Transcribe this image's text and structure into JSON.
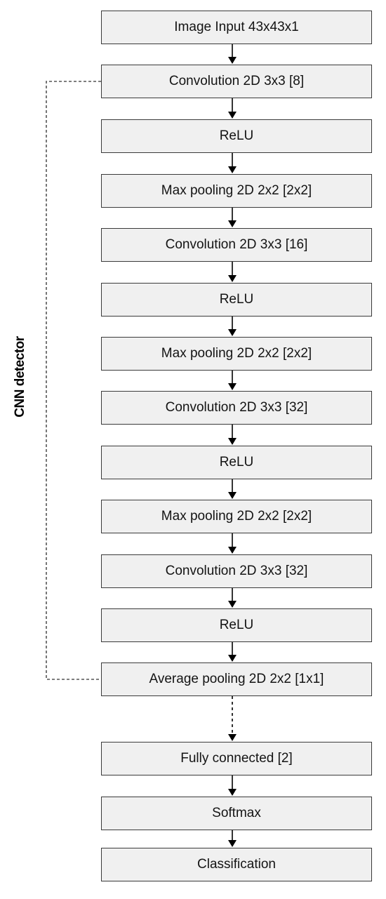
{
  "diagram": {
    "group_label": "CNN detector",
    "layers": [
      {
        "label": "Image Input 43x43x1",
        "in_group": false
      },
      {
        "label": "Convolution 2D 3x3 [8]",
        "in_group": true
      },
      {
        "label": "ReLU",
        "in_group": true
      },
      {
        "label": "Max pooling 2D 2x2 [2x2]",
        "in_group": true
      },
      {
        "label": "Convolution 2D 3x3 [16]",
        "in_group": true
      },
      {
        "label": "ReLU",
        "in_group": true
      },
      {
        "label": "Max pooling 2D 2x2 [2x2]",
        "in_group": true
      },
      {
        "label": "Convolution 2D 3x3 [32]",
        "in_group": true
      },
      {
        "label": "ReLU",
        "in_group": true
      },
      {
        "label": "Max pooling 2D 2x2 [2x2]",
        "in_group": true
      },
      {
        "label": "Convolution 2D 3x3 [32]",
        "in_group": true
      },
      {
        "label": "ReLU",
        "in_group": true
      },
      {
        "label": "Average pooling 2D 2x2 [1x1]",
        "in_group": true
      },
      {
        "label": "Fully connected [2]",
        "in_group": false
      },
      {
        "label": "Softmax",
        "in_group": false
      },
      {
        "label": "Classification",
        "in_group": false
      }
    ],
    "connections": [
      {
        "from": 0,
        "to": 1,
        "style": "solid"
      },
      {
        "from": 1,
        "to": 2,
        "style": "solid"
      },
      {
        "from": 2,
        "to": 3,
        "style": "solid"
      },
      {
        "from": 3,
        "to": 4,
        "style": "solid"
      },
      {
        "from": 4,
        "to": 5,
        "style": "solid"
      },
      {
        "from": 5,
        "to": 6,
        "style": "solid"
      },
      {
        "from": 6,
        "to": 7,
        "style": "solid"
      },
      {
        "from": 7,
        "to": 8,
        "style": "solid"
      },
      {
        "from": 8,
        "to": 9,
        "style": "solid"
      },
      {
        "from": 9,
        "to": 10,
        "style": "solid"
      },
      {
        "from": 10,
        "to": 11,
        "style": "solid"
      },
      {
        "from": 11,
        "to": 12,
        "style": "solid"
      },
      {
        "from": 12,
        "to": 13,
        "style": "dashed"
      },
      {
        "from": 13,
        "to": 14,
        "style": "solid"
      },
      {
        "from": 14,
        "to": 15,
        "style": "solid"
      }
    ],
    "colors": {
      "box_fill": "#f0f0f0",
      "box_border": "#3a3a3a",
      "arrow": "#000000",
      "group_bracket": "#555555"
    }
  }
}
